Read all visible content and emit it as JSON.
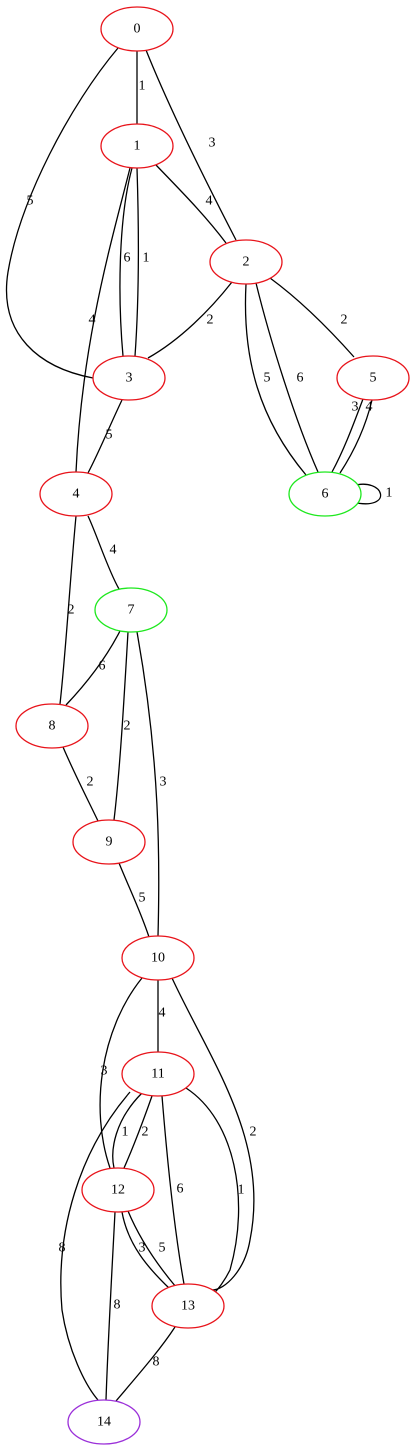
{
  "colors": {
    "default_node": "#e8141b",
    "highlight_node": "#1ee81e",
    "terminal_node": "#9b30d9",
    "edge": "#000000"
  },
  "nodes": [
    {
      "id": "0",
      "label": "0",
      "color": "default_node"
    },
    {
      "id": "1",
      "label": "1",
      "color": "default_node"
    },
    {
      "id": "2",
      "label": "2",
      "color": "default_node"
    },
    {
      "id": "3",
      "label": "3",
      "color": "default_node"
    },
    {
      "id": "4",
      "label": "4",
      "color": "default_node"
    },
    {
      "id": "5",
      "label": "5",
      "color": "default_node"
    },
    {
      "id": "6",
      "label": "6",
      "color": "highlight_node"
    },
    {
      "id": "7",
      "label": "7",
      "color": "highlight_node"
    },
    {
      "id": "8",
      "label": "8",
      "color": "default_node"
    },
    {
      "id": "9",
      "label": "9",
      "color": "default_node"
    },
    {
      "id": "10",
      "label": "10",
      "color": "default_node"
    },
    {
      "id": "11",
      "label": "11",
      "color": "default_node"
    },
    {
      "id": "12",
      "label": "12",
      "color": "default_node"
    },
    {
      "id": "13",
      "label": "13",
      "color": "default_node"
    },
    {
      "id": "14",
      "label": "14",
      "color": "terminal_node"
    }
  ],
  "edges": [
    {
      "source": "0",
      "target": "1",
      "label": "1"
    },
    {
      "source": "0",
      "target": "2",
      "label": "3"
    },
    {
      "source": "0",
      "target": "3",
      "label": "5"
    },
    {
      "source": "1",
      "target": "2",
      "label": "4"
    },
    {
      "source": "1",
      "target": "3",
      "label": "6"
    },
    {
      "source": "1",
      "target": "3",
      "label": "1"
    },
    {
      "source": "1",
      "target": "4",
      "label": "4"
    },
    {
      "source": "2",
      "target": "3",
      "label": "2"
    },
    {
      "source": "2",
      "target": "5",
      "label": "2"
    },
    {
      "source": "2",
      "target": "6",
      "label": "5"
    },
    {
      "source": "2",
      "target": "6",
      "label": "6"
    },
    {
      "source": "3",
      "target": "4",
      "label": "5"
    },
    {
      "source": "5",
      "target": "6",
      "label": "3"
    },
    {
      "source": "5",
      "target": "6",
      "label": "4"
    },
    {
      "source": "6",
      "target": "6",
      "label": "1"
    },
    {
      "source": "4",
      "target": "7",
      "label": "4"
    },
    {
      "source": "4",
      "target": "8",
      "label": "2"
    },
    {
      "source": "7",
      "target": "8",
      "label": "6"
    },
    {
      "source": "7",
      "target": "9",
      "label": "2"
    },
    {
      "source": "7",
      "target": "10",
      "label": "3"
    },
    {
      "source": "8",
      "target": "9",
      "label": "2"
    },
    {
      "source": "9",
      "target": "10",
      "label": "5"
    },
    {
      "source": "10",
      "target": "11",
      "label": "4"
    },
    {
      "source": "10",
      "target": "12",
      "label": "3"
    },
    {
      "source": "10",
      "target": "13",
      "label": "2"
    },
    {
      "source": "11",
      "target": "12",
      "label": "1"
    },
    {
      "source": "11",
      "target": "12",
      "label": "2"
    },
    {
      "source": "11",
      "target": "13",
      "label": "6"
    },
    {
      "source": "11",
      "target": "13",
      "label": "1"
    },
    {
      "source": "11",
      "target": "14",
      "label": "8"
    },
    {
      "source": "12",
      "target": "13",
      "label": "3"
    },
    {
      "source": "12",
      "target": "13",
      "label": "5"
    },
    {
      "source": "12",
      "target": "14",
      "label": "8"
    },
    {
      "source": "13",
      "target": "14",
      "label": "8"
    }
  ]
}
